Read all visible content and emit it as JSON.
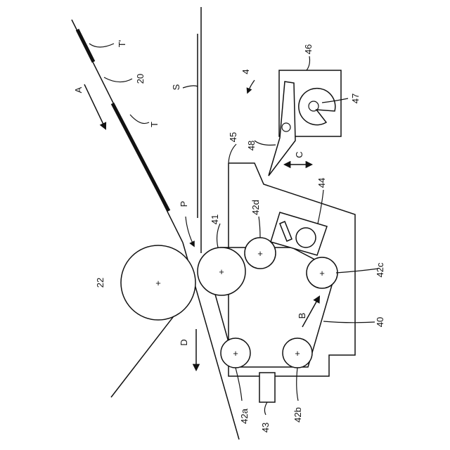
{
  "figure": {
    "labels": {
      "t_prime": "T'",
      "ref_20": "20",
      "arrow_a": "A",
      "toner_t": "T",
      "sheet_s": "S",
      "ref_4": "4",
      "ref_46": "46",
      "ref_47": "47",
      "ref_45": "45",
      "ref_48": "48",
      "arrow_c": "C",
      "ref_44": "44",
      "ref_42d": "42d",
      "ref_41": "41",
      "nip_p": "P",
      "ref_22": "22",
      "ref_42c": "42c",
      "arrow_b": "B",
      "ref_40": "40",
      "arrow_d": "D",
      "ref_42a": "42a",
      "ref_43": "43",
      "ref_42b": "42b"
    },
    "roller_mark": "+",
    "colors": {
      "ink": "#111111",
      "paper": "#ffffff"
    }
  }
}
